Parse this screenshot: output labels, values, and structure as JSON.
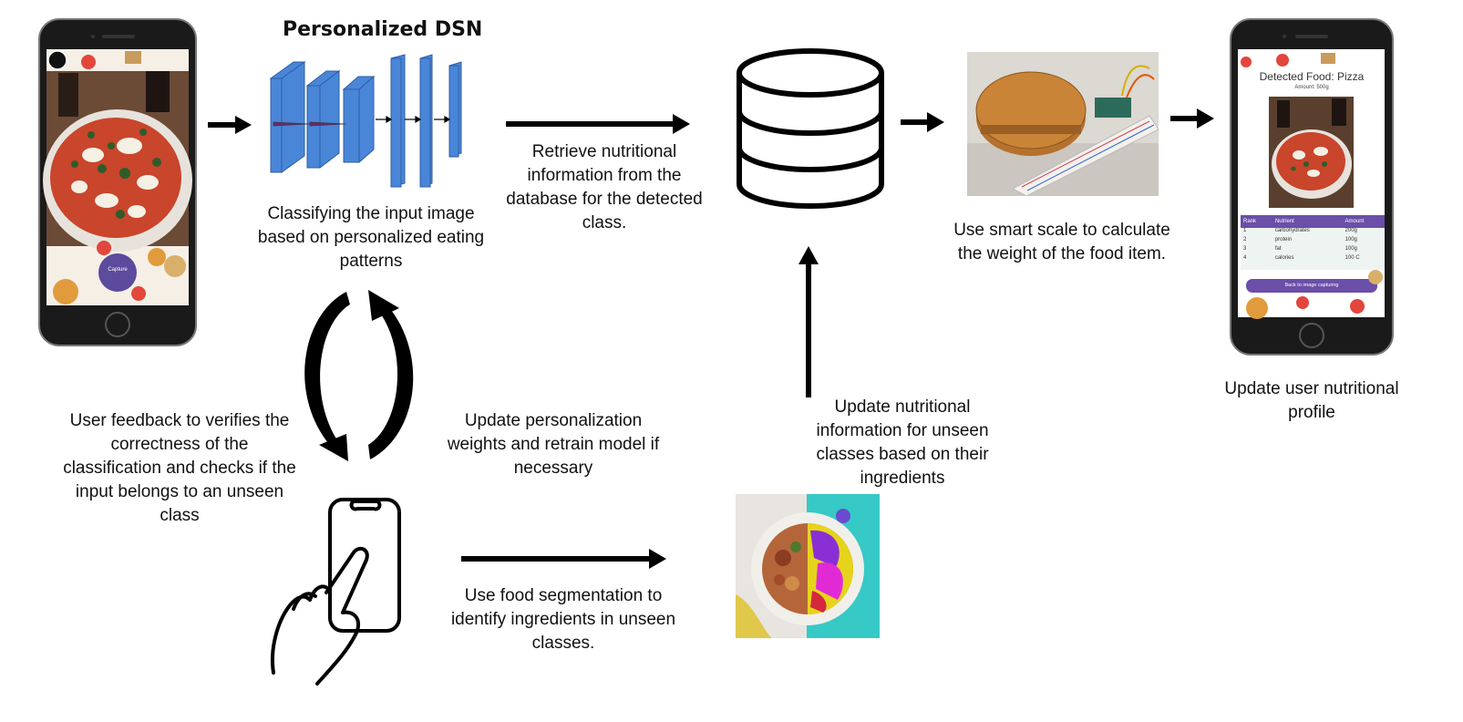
{
  "title": "Personalized DSN",
  "captions": {
    "classify": "Classifying the input image based on personalized eating patterns",
    "retrieve": "Retrieve nutritional information from the database for the detected class.",
    "scale": "Use smart scale to calculate the weight of the food item.",
    "profile": "Update user nutritional profile",
    "feedback": "User feedback to verifies the correctness of the classification and checks if the input belongs to an unseen class",
    "weights": "Update personalization weights and retrain model if necessary",
    "update_unseen": "Update nutritional information for unseen classes based on their ingredients",
    "segmentation": "Use food segmentation to identify ingredients in unseen classes."
  },
  "left_phone": {
    "capture_label": "Capture"
  },
  "right_phone": {
    "detected": "Detected Food: Pizza",
    "amount": "Amount: 500g",
    "table_headers": [
      "Rank",
      "Nutrient",
      "Amount"
    ],
    "table_rows": [
      [
        "1",
        "carbohydrates",
        "200g"
      ],
      [
        "2",
        "protein",
        "100g"
      ],
      [
        "3",
        "fat",
        "100g"
      ],
      [
        "4",
        "calories",
        "100 C"
      ]
    ],
    "back_button": "Back to image capturing"
  },
  "colors": {
    "layer_blue": "#4a86d8",
    "layer_edge": "#2d5ea6",
    "accent_purple": "#6b4fa8",
    "arrow": "#000000"
  }
}
